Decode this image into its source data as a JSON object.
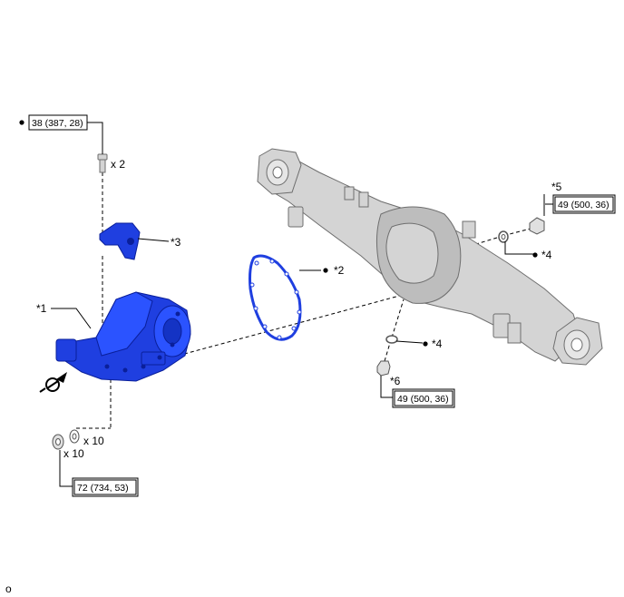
{
  "torque_specs": {
    "bolt_top": "38 (387, 28)",
    "nut_right": "49 (500, 36)",
    "plug_lower": "49 (500, 36)",
    "nut_lower_left": "72 (734, 53)"
  },
  "quantities": {
    "bolt_top": "x 2",
    "washer": "x 10",
    "nut": "x 10"
  },
  "callouts": {
    "c1": "*1",
    "c2": "*2",
    "c3": "*3",
    "c4a": "*4",
    "c4b": "*4",
    "c5": "*5",
    "c6": "*6"
  },
  "footer_code": "o"
}
